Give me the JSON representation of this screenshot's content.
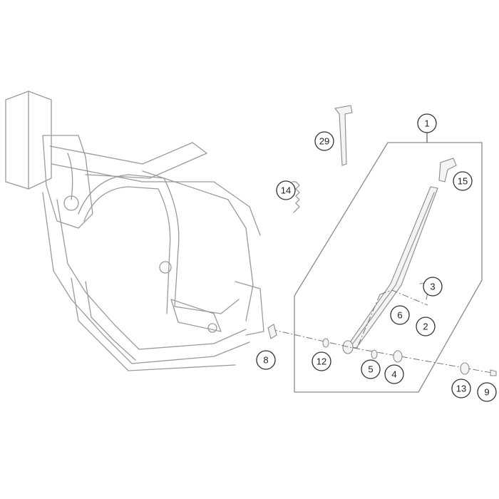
{
  "diagram": {
    "type": "exploded-parts-diagram",
    "callouts": [
      "1",
      "29",
      "15",
      "14",
      "3",
      "6",
      "2",
      "8",
      "12",
      "5",
      "4",
      "13",
      "9"
    ],
    "colors": {
      "line": "#9a9a9a",
      "callout_stroke": "#333333",
      "background": "#ffffff"
    }
  }
}
